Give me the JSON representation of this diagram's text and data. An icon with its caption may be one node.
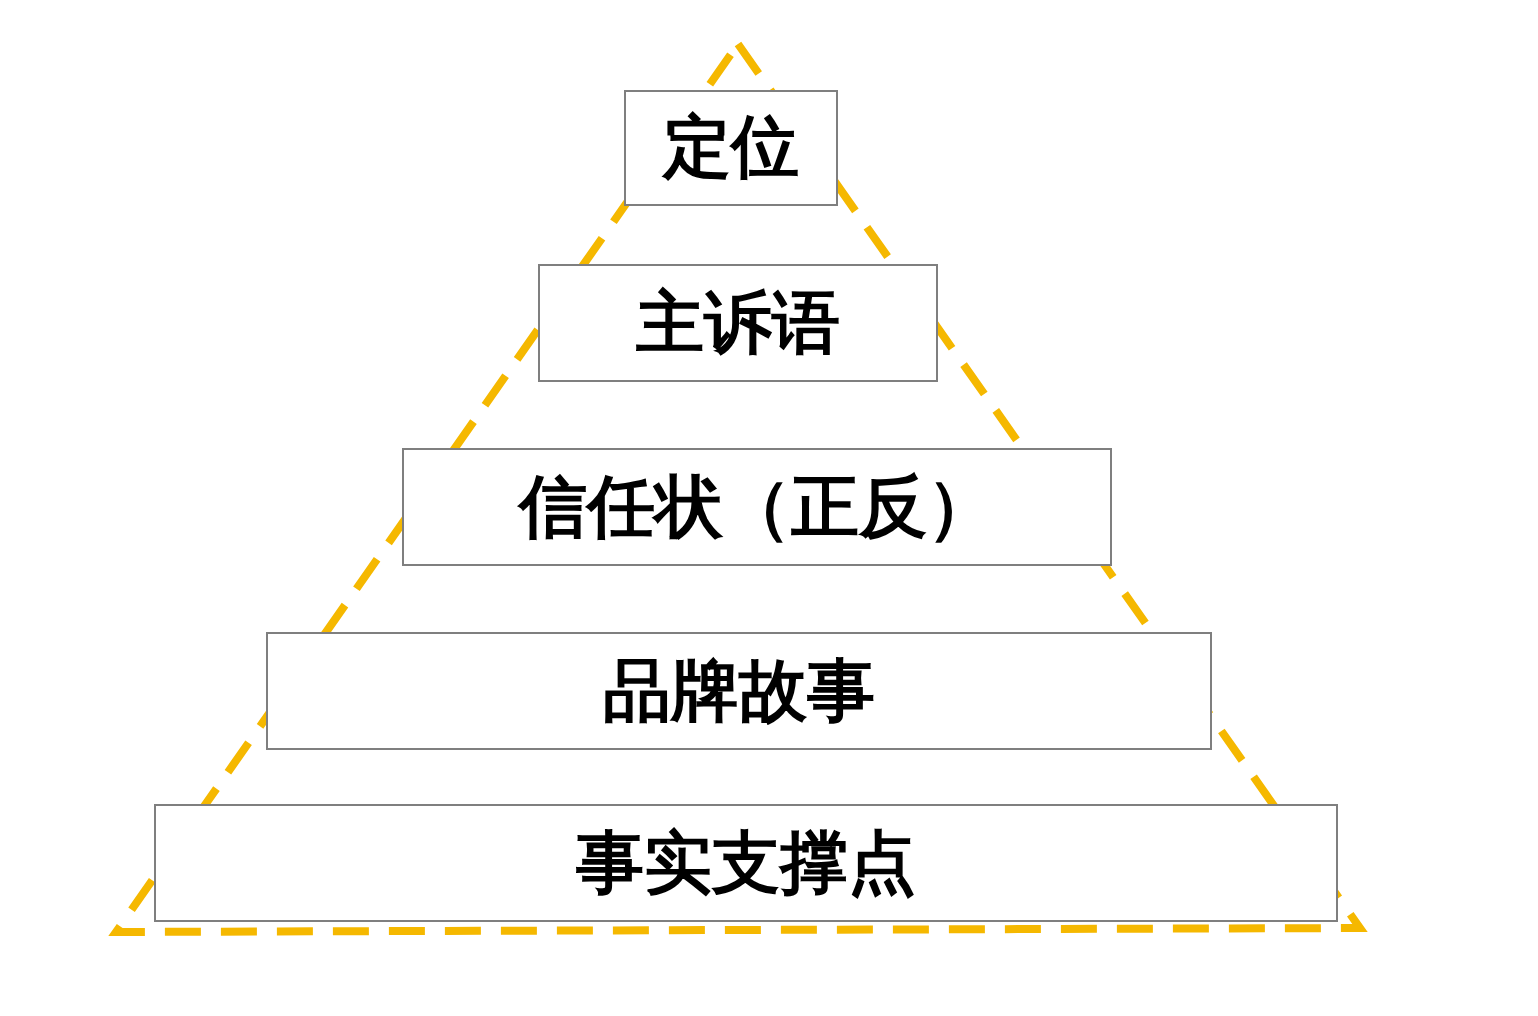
{
  "diagram": {
    "nodes": [
      {
        "text": [
          "定位"
        ]
      },
      {
        "text": [
          "主诉语"
        ]
      },
      {
        "text": [
          "信任状（正反）"
        ]
      },
      {
        "text": [
          "品牌故事"
        ]
      },
      {
        "text": [
          "事实支撑点"
        ]
      }
    ]
  }
}
